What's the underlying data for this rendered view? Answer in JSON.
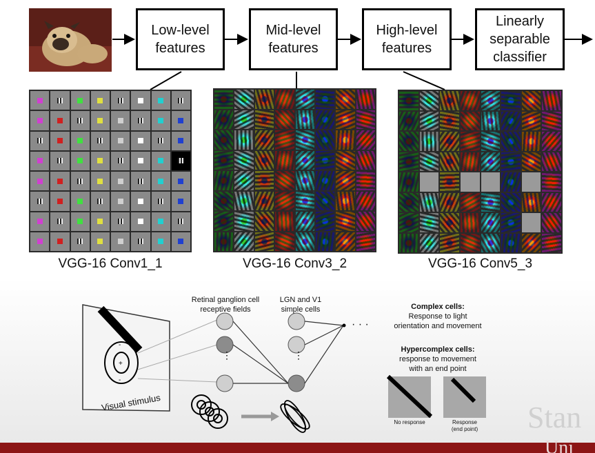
{
  "pipeline": {
    "boxes": [
      {
        "label": "Low-level\nfeatures"
      },
      {
        "label": "Mid-level\nfeatures"
      },
      {
        "label": "High-level\nfeatures"
      },
      {
        "label": "Linearly\nseparable\nclassifier"
      }
    ]
  },
  "captions": {
    "conv1": "VGG-16 Conv1_1",
    "conv3": "VGG-16 Conv3_2",
    "conv5": "VGG-16 Conv5_3"
  },
  "lower": {
    "retinal_label": "Retinal ganglion cell\nreceptive fields",
    "lgn_label": "LGN and V1\nsimple cells",
    "stimulus_label": "Visual stimulus",
    "ellipsis": "· · ·",
    "complex_title": "Complex cells:",
    "complex_desc": "Response to light\norientation and movement",
    "hyper_title": "Hypercomplex cells:",
    "hyper_desc": "response to movement\nwith an end point",
    "no_response": "No response",
    "response": "Response\n(end point)",
    "watermark_1": "Stan",
    "watermark_2": "Uni"
  },
  "colors": {
    "accent_red": "#8c1515",
    "conv1_colors": [
      "#e0e040",
      "#40e040",
      "#d02020",
      "#d040d0",
      "#2040d0",
      "#20d0d0",
      "#ffffff",
      "#d0d0d0"
    ]
  }
}
